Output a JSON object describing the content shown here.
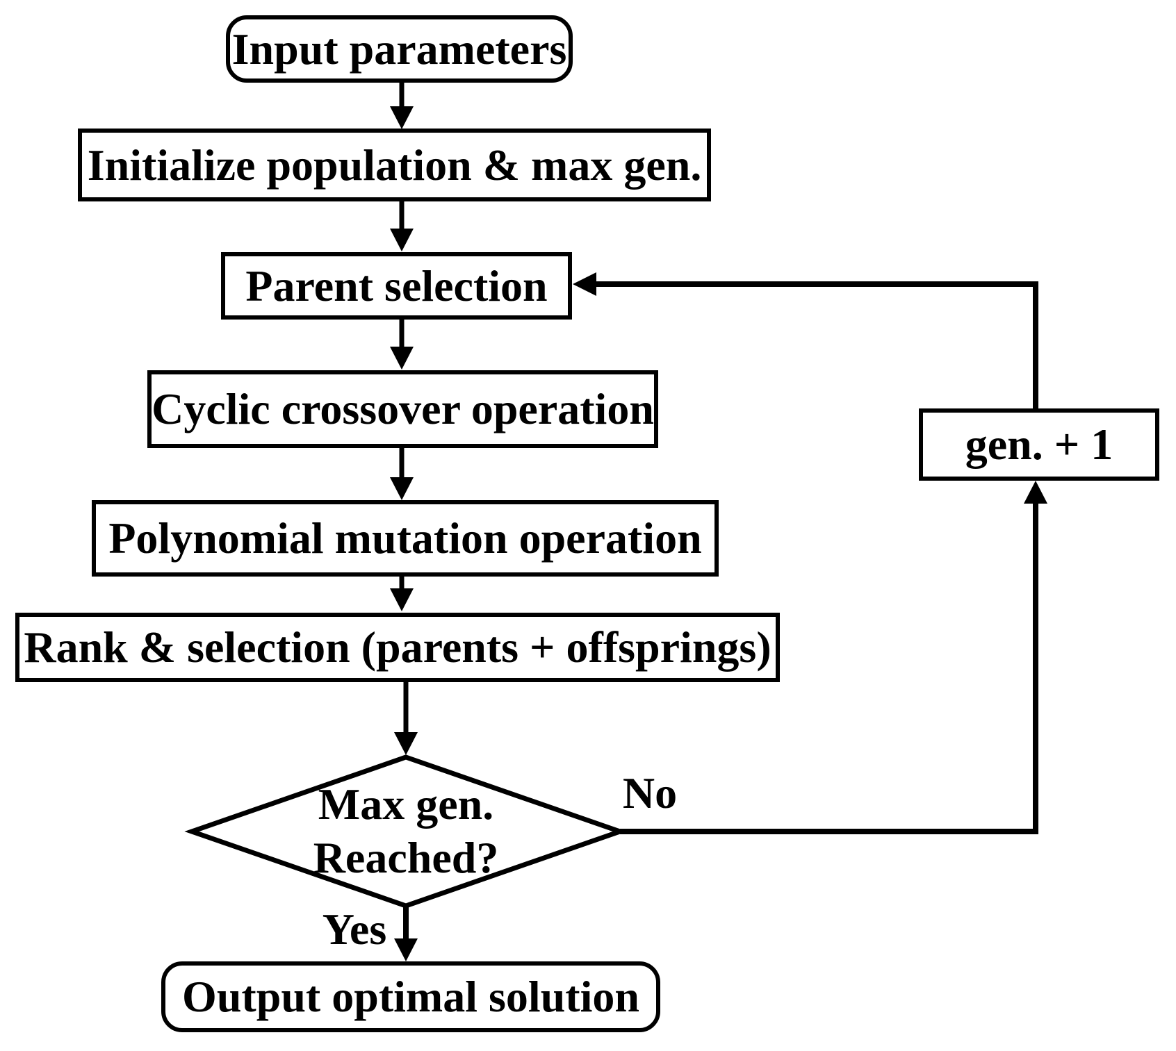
{
  "flowchart": {
    "background_color": "#ffffff",
    "line_color": "#000000",
    "text_color": "#000000",
    "nodes": {
      "input": {
        "label": "Input parameters",
        "shape": "rounded-rectangle"
      },
      "initialize": {
        "label": "Initialize population & max gen.",
        "shape": "rectangle"
      },
      "parent_selection": {
        "label": "Parent selection",
        "shape": "rectangle"
      },
      "cyclic_crossover": {
        "label": "Cyclic crossover operation",
        "shape": "rectangle"
      },
      "polynomial_mutation": {
        "label": "Polynomial mutation operation",
        "shape": "rectangle"
      },
      "rank_selection": {
        "label": "Rank & selection (parents + offsprings)",
        "shape": "rectangle"
      },
      "max_gen_decision": {
        "line1": "Max gen.",
        "line2": "Reached?",
        "shape": "diamond"
      },
      "gen_increment": {
        "label": "gen. + 1",
        "shape": "rectangle"
      },
      "output": {
        "label": "Output optimal solution",
        "shape": "rounded-rectangle"
      }
    },
    "edge_labels": {
      "no": "No",
      "yes": "Yes"
    }
  }
}
